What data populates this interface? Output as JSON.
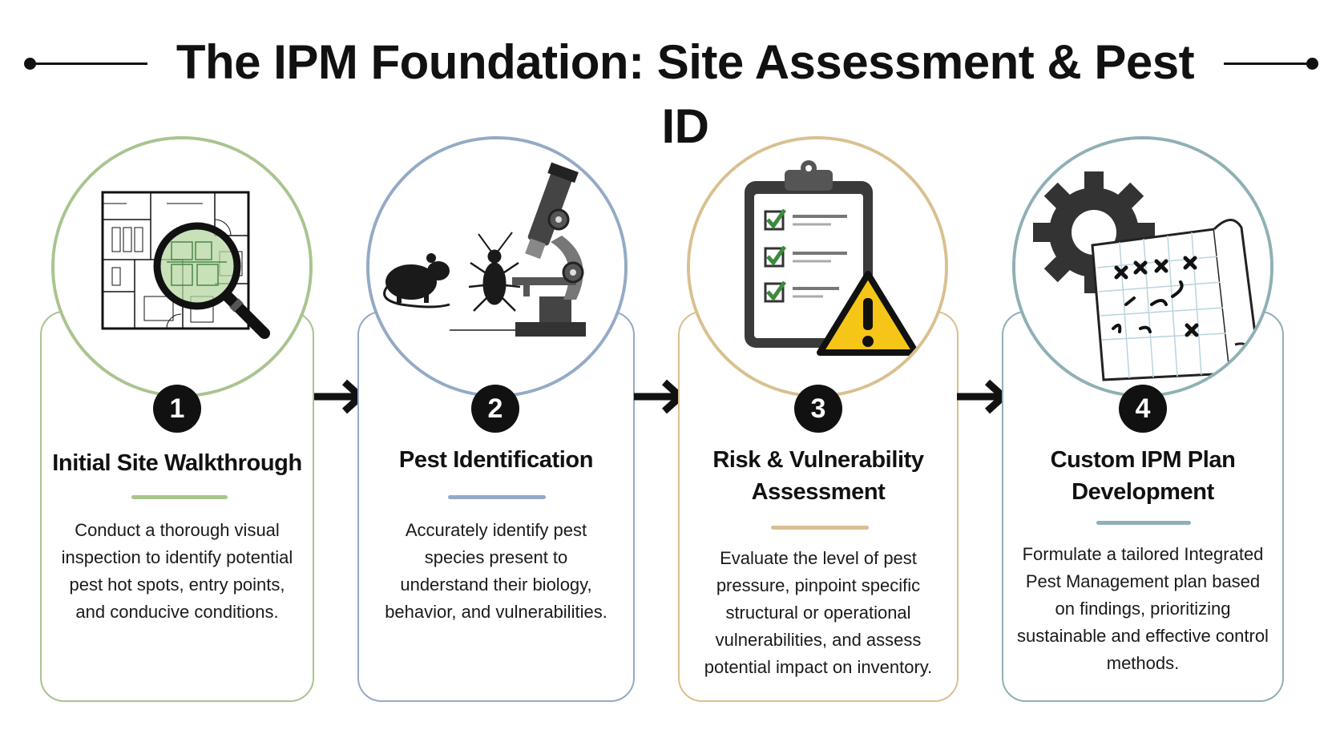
{
  "title": "The IPM Foundation: Site Assessment & Pest ID",
  "colors": {
    "step1": "#a9c48f",
    "step2": "#94aac6",
    "step3": "#d9c08f",
    "step4": "#8fb0b5",
    "warning": "#f5c518"
  },
  "steps": [
    {
      "number": "1",
      "title": "Initial Site Walkthrough",
      "icon": "floor-plan-magnifier",
      "description": "Conduct a thorough visual inspection to identify potential pest hot spots, entry points, and conducive conditions."
    },
    {
      "number": "2",
      "title": "Pest Identification",
      "icon": "rodent-insect-microscope",
      "description": "Accurately identify pest species present to understand their biology, behavior, and vulnerabilities."
    },
    {
      "number": "3",
      "title": "Risk & Vulnerability Assessment",
      "icon": "checklist-warning",
      "description": "Evaluate the level of pest pressure, pinpoint specific structural or operational vulnerabilities, and assess potential impact on inventory."
    },
    {
      "number": "4",
      "title": "Custom IPM Plan Development",
      "icon": "gear-plan-map",
      "description": "Formulate a tailored Integrated Pest Management plan based on findings, prioritizing sustainable and effective control methods."
    }
  ]
}
